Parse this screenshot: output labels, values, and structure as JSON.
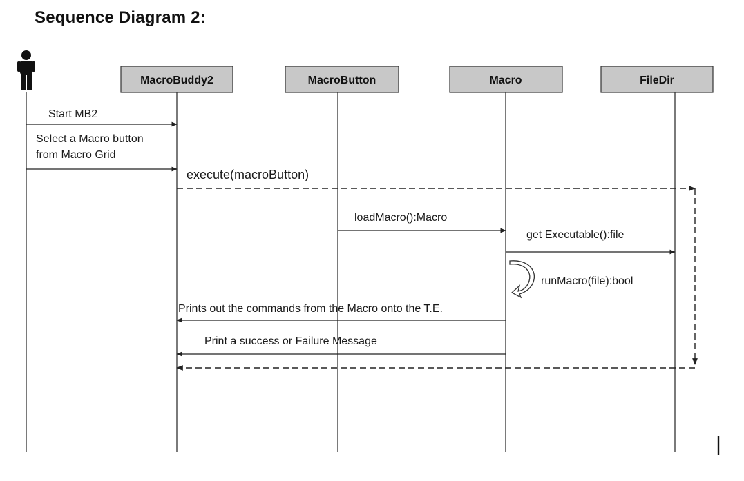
{
  "title": "Sequence Diagram 2:",
  "actor": {
    "icon": "stick-figure-icon"
  },
  "participants": [
    {
      "id": "macrobuddy2",
      "label": "MacroBuddy2"
    },
    {
      "id": "macrobutton",
      "label": "MacroButton"
    },
    {
      "id": "macro",
      "label": "Macro"
    },
    {
      "id": "filedir",
      "label": "FileDir"
    }
  ],
  "messages": [
    {
      "id": "start-mb2",
      "label": "Start MB2",
      "from": "actor",
      "to": "MacroBuddy2",
      "style": "solid"
    },
    {
      "id": "select-macro",
      "label_line1": "Select a Macro button",
      "label_line2": "from Macro Grid",
      "from": "actor",
      "to": "MacroBuddy2",
      "style": "solid"
    },
    {
      "id": "execute",
      "label": "execute(macroButton)",
      "from": "MacroBuddy2",
      "to": "FileDir",
      "style": "dashed"
    },
    {
      "id": "load-macro",
      "label": "loadMacro():Macro",
      "from": "MacroButton",
      "to": "Macro",
      "style": "solid"
    },
    {
      "id": "get-executable",
      "label": "get Executable():file",
      "from": "Macro",
      "to": "FileDir",
      "style": "solid"
    },
    {
      "id": "run-macro",
      "label": "runMacro(file):bool",
      "from": "Macro",
      "to": "Macro",
      "style": "self"
    },
    {
      "id": "prints-commands",
      "label": "Prints out the commands from the Macro onto the T.E.",
      "from": "Macro",
      "to": "MacroBuddy2",
      "style": "solid"
    },
    {
      "id": "print-result",
      "label": "Print a success or Failure Message",
      "from": "Macro",
      "to": "MacroBuddy2",
      "style": "solid"
    },
    {
      "id": "return",
      "label": "",
      "from": "FileDir",
      "to": "MacroBuddy2",
      "style": "dashed"
    }
  ],
  "colors": {
    "participant_fill": "#c8c8c8",
    "line": "#222222"
  }
}
